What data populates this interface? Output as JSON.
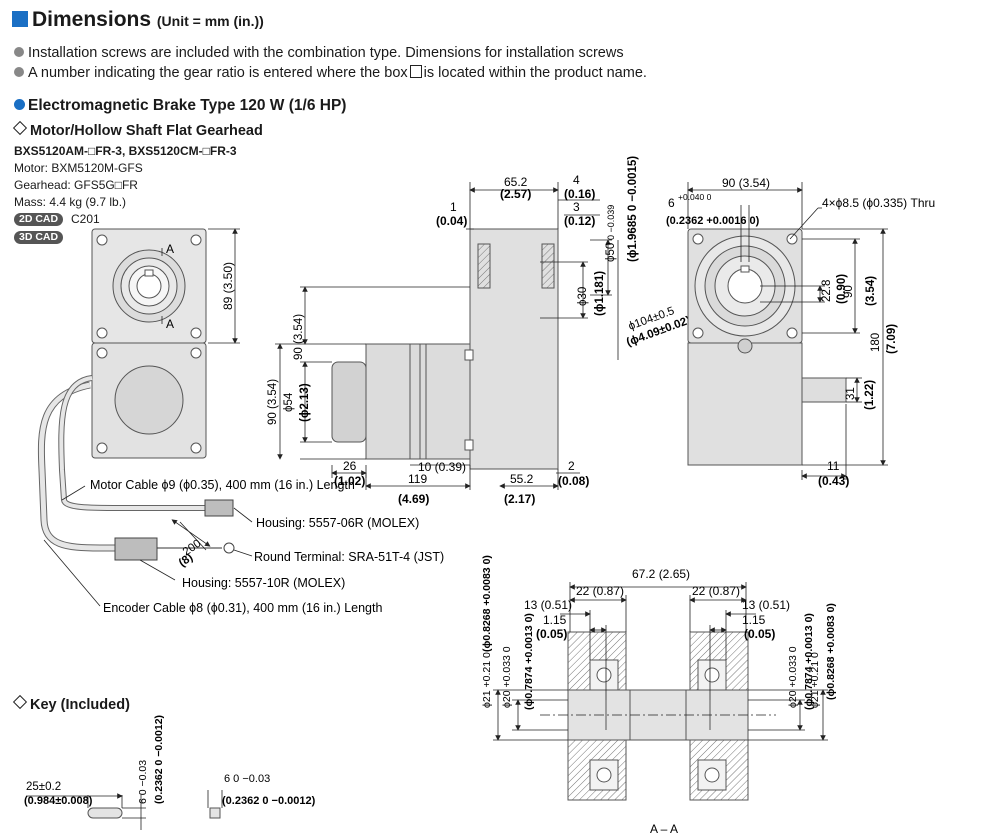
{
  "header": {
    "title": "Dimensions",
    "unit": "(Unit = mm (in.))"
  },
  "notes": [
    "Installation screws are included with the combination type. Dimensions for installation screws",
    "A number indicating the gear ratio is entered where the box",
    "is located within the product name."
  ],
  "section": {
    "title": "Electromagnetic Brake Type  120 W (1/6 HP)",
    "subtitle": "Motor/Hollow Shaft Flat Gearhead",
    "models": "BXS5120AM-□FR-3, BXS5120CM-□FR-3",
    "motor": "Motor: BXM5120M-GFS",
    "gearhead": "Gearhead: GFS5G□FR",
    "mass": "Mass: 4.4 kg (9.7 lb.)",
    "cad_2d": "2D CAD",
    "cad_2d_code": "C201",
    "cad_3d": "3D CAD"
  },
  "key_section": {
    "title": "Key (Included)"
  },
  "labels": {
    "motor_cable": "Motor Cable ϕ9 (ϕ0.35), 400 mm (16 in.) Length",
    "housing_6r": "Housing: 5557-06R (MOLEX)",
    "round_terminal": "Round Terminal: SRA-51T-4 (JST)",
    "housing_10r": "Housing: 5557-10R (MOLEX)",
    "encoder_cable": "Encoder Cable ϕ8 (ϕ0.31), 400 mm (16 in.) Length",
    "thru": "4×ϕ8.5 (ϕ0.335) Thru",
    "section_aa": "A – A",
    "a_mark": "A"
  },
  "dims": {
    "top_89": "89 (3.50)",
    "d65": "65.2",
    "d65i": "(2.57)",
    "d4": "4",
    "d4i": "(0.16)",
    "d3": "3",
    "d3i": "(0.12)",
    "d1": "1",
    "d1i": "(0.04)",
    "d50": "ϕ50",
    "d50tol": "0 −0.039",
    "d50i": "(ϕ1.9685 0 −0.0015)",
    "d30": "ϕ30",
    "d30i": "(ϕ1.181)",
    "d104": "ϕ104±0.5",
    "d104i": "(ϕ4.09±0.02)",
    "s90a": "90 (3.54)",
    "s90b": "90 (3.54)",
    "s54": "ϕ54",
    "s54i": "(ϕ2.13)",
    "d26": "26",
    "d26i": "(1.02)",
    "d10": "10 (0.39)",
    "d119": "119",
    "d119i": "(4.69)",
    "d55": "55.2",
    "d55i": "(2.17)",
    "d2": "2",
    "d2i": "(0.08)",
    "r90": "90 (3.54)",
    "r6": "6",
    "r6tol": "+0.040 0",
    "r6i": "(0.2362 +0.0016 0)",
    "r22": "22.8",
    "r22i": "(0.90)",
    "r90v": "90",
    "r90vi": "(3.54)",
    "r180": "180",
    "r180i": "(7.09)",
    "r31": "31",
    "r31i": "(1.22)",
    "r11": "11",
    "r11i": "(0.43)",
    "c200": "200",
    "c200i": "(8)",
    "s672": "67.2 (2.65)",
    "s22l": "22 (0.87)",
    "s22r": "22 (0.87)",
    "s13l": "13 (0.51)",
    "s13r": "13 (0.51)",
    "s115l": "1.15",
    "s115li": "(0.05)",
    "s115r": "1.15",
    "s115ri": "(0.05)",
    "s21l": "ϕ21 +0.21 0",
    "s21li": "(ϕ0.8268 +0.0083 0)",
    "s20l": "ϕ20 +0.033 0",
    "s20li": "(ϕ0.7874 +0.0013 0)",
    "s21r": "ϕ21 +0.21 0",
    "s21ri": "(ϕ0.8268 +0.0083 0)",
    "s20r": "ϕ20 +0.033 0",
    "s20ri": "(ϕ0.7874 +0.0013 0)",
    "k25": "25±0.2",
    "k25i": "(0.984±0.008)",
    "k6a": "6 0 −0.03",
    "k6ai": "(0.2362 0 −0.0012)",
    "k6b": "6 0 −0.03",
    "k6bi": "(0.2362 0 −0.0012)"
  }
}
